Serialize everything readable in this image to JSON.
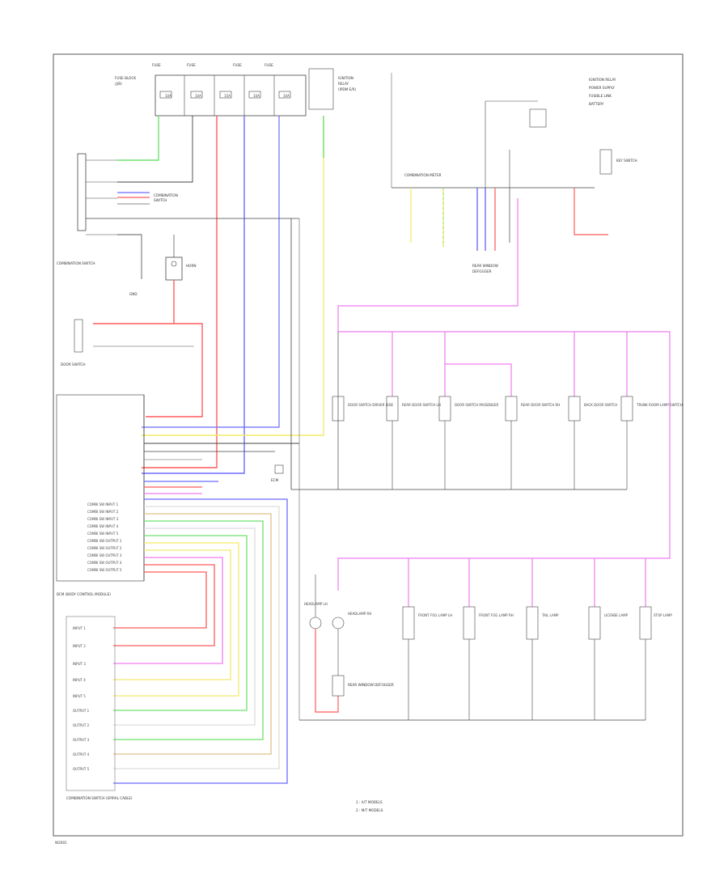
{
  "diagram": {
    "footer_code": "W2001",
    "ipdm_label": "IPDM E/R",
    "combination_meter": "COMBINATION METER",
    "combination_switch": "COMBINATION SWITCH",
    "combination_switch_bcm": "COMBINATION SWITCH (SPIRAL CABLE)",
    "bcm_label": "BCM (BODY CONTROL MODULE)",
    "ecm_label": "ECM",
    "horn_label": "HORN",
    "door_switch": "DOOR SWITCH",
    "rear_window_defogger": "REAR WINDOW DEFOGGER",
    "key_switch": "KEY SWITCH",
    "legend": [
      "1 : A/T MODELS",
      "2 : M/T MODELS"
    ],
    "fuse_labels": [
      "10A",
      "10A",
      "15A",
      "10A",
      "10A"
    ],
    "fuse_block": "FUSE BLOCK (J/B)",
    "switch_rows": [
      "INPUT 1",
      "INPUT 2",
      "INPUT 3",
      "INPUT 4",
      "INPUT 5",
      "OUTPUT 1",
      "OUTPUT 2",
      "OUTPUT 3",
      "OUTPUT 4",
      "OUTPUT 5"
    ],
    "bcm_pins": [
      "COMBI SW INPUT 1",
      "COMBI SW INPUT 2",
      "COMBI SW INPUT 3",
      "COMBI SW INPUT 4",
      "COMBI SW INPUT 5",
      "COMBI SW OUTPUT 1",
      "COMBI SW OUTPUT 2",
      "COMBI SW OUTPUT 3",
      "COMBI SW OUTPUT 4",
      "COMBI SW OUTPUT 5"
    ],
    "upper_devices": [
      "DOOR SWITCH DRIVER SIDE",
      "REAR DOOR SWITCH LH",
      "DOOR SWITCH PASSENGER",
      "REAR DOOR SWITCH RH",
      "BACK DOOR SWITCH",
      "TRUNK ROOM LAMP SWITCH"
    ],
    "lower_devices": [
      "HEADLAMP LH",
      "HEADLAMP RH",
      "FRONT FOG LAMP LH",
      "FRONT FOG LAMP RH",
      "TAIL LAMP",
      "LICENSE LAMP",
      "STOP LAMP"
    ],
    "right_top_labels": [
      "IGNITION RELAY",
      "POWER SUPPLY",
      "FUSIBLE LINK",
      "BATTERY"
    ],
    "wire_colors": {
      "red": "#ff5a5a",
      "blue": "#6b6bff",
      "yellow": "#f2ea6a",
      "green": "#6ee06e",
      "magenta": "#f07cf0",
      "pink": "#f4a0a0",
      "tan": "#e0c08a",
      "purple": "#b070e0",
      "grey": "#8a8a8a",
      "black": "#444444"
    }
  }
}
